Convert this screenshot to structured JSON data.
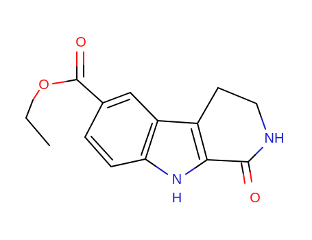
{
  "colors": {
    "carbon_bond": "#000000",
    "oxygen": "#ff0d0d",
    "nitrogen": "#1a1acc",
    "background": "#ffffff"
  },
  "atoms": {
    "carbonyl_oxygen_ester": "O",
    "ether_oxygen": "O",
    "lactam_nitrogen": "NH",
    "lactam_oxygen": "O",
    "indole_nitrogen": "N",
    "indole_hydrogen": "H"
  }
}
